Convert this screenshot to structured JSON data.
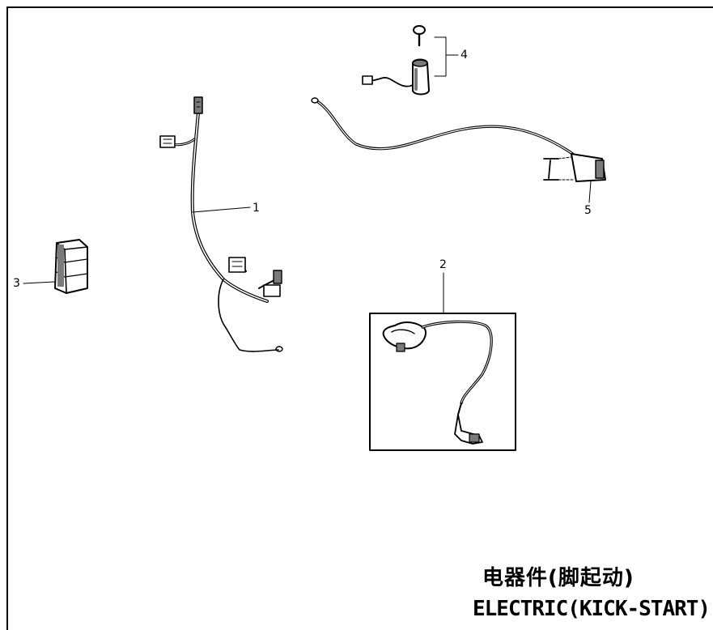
{
  "callouts": {
    "c1": "1",
    "c2": "2",
    "c3": "3",
    "c4": "4",
    "c5": "5"
  },
  "title": {
    "chinese": "电器件(脚起动)",
    "english": "ELECTRIC(KICK-START)"
  },
  "colors": {
    "ink": "#000000",
    "paper": "#ffffff",
    "shade": "#7a7a7a"
  }
}
